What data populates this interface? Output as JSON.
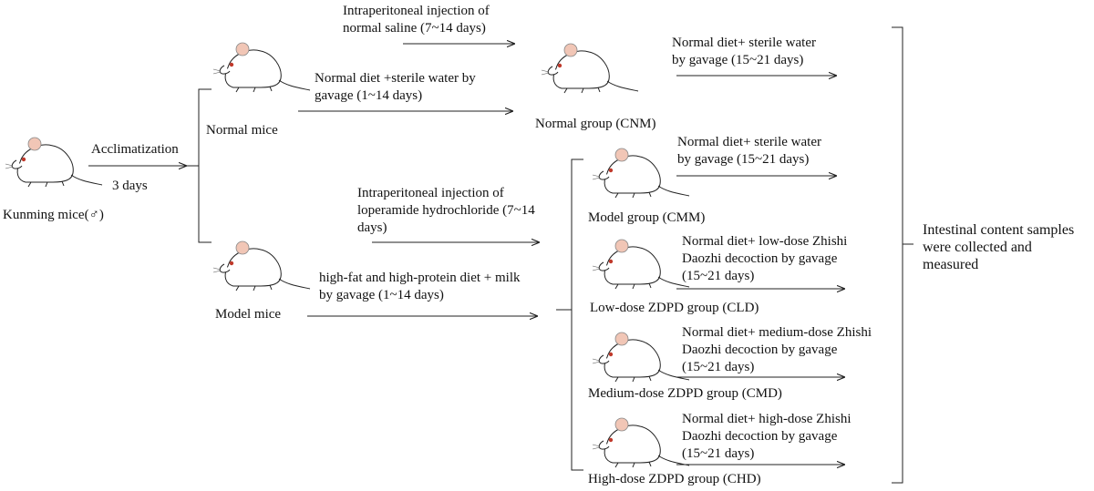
{
  "start": {
    "label": "Kunming mice(♂)",
    "acclimatization": "Acclimatization",
    "duration": "3 days"
  },
  "normal_branch": {
    "label": "Normal mice",
    "injection": [
      "Intraperitoneal injection of",
      "normal saline (7~14 days)"
    ],
    "gavage": [
      "Normal diet +sterile water by",
      "gavage (1~14 days)"
    ],
    "group": "Normal group (CNM)",
    "treatment": [
      "Normal diet+ sterile water",
      "by gavage  (15~21 days)"
    ]
  },
  "model_branch": {
    "label": "Model mice",
    "injection": [
      "Intraperitoneal injection of",
      "loperamide hydrochloride (7~14",
      "days)"
    ],
    "gavage": [
      "high-fat and high-protein diet + milk",
      "by gavage (1~14 days)"
    ]
  },
  "model_groups": [
    {
      "label": "Model group (CMM)",
      "treatment": [
        "Normal diet+ sterile water",
        "by gavage  (15~21 days)"
      ]
    },
    {
      "label": "Low-dose ZDPD group (CLD)",
      "treatment": [
        "Normal diet+ low-dose Zhishi",
        "Daozhi decoction by gavage",
        "(15~21 days)"
      ]
    },
    {
      "label": "Medium-dose ZDPD group (CMD)",
      "treatment": [
        "Normal diet+ medium-dose Zhishi",
        "Daozhi decoction by gavage",
        "(15~21 days)"
      ]
    },
    {
      "label": "High-dose ZDPD group (CHD)",
      "treatment": [
        "Normal diet+ high-dose Zhishi",
        "Daozhi decoction by gavage",
        " (15~21 days)"
      ]
    }
  ],
  "outcome": [
    "Intestinal content samples",
    "were collected and",
    "measured"
  ],
  "colors": {
    "line": "#222222",
    "ear": "#f1c6b6",
    "eye": "#c0392b",
    "body": "#ffffff"
  }
}
